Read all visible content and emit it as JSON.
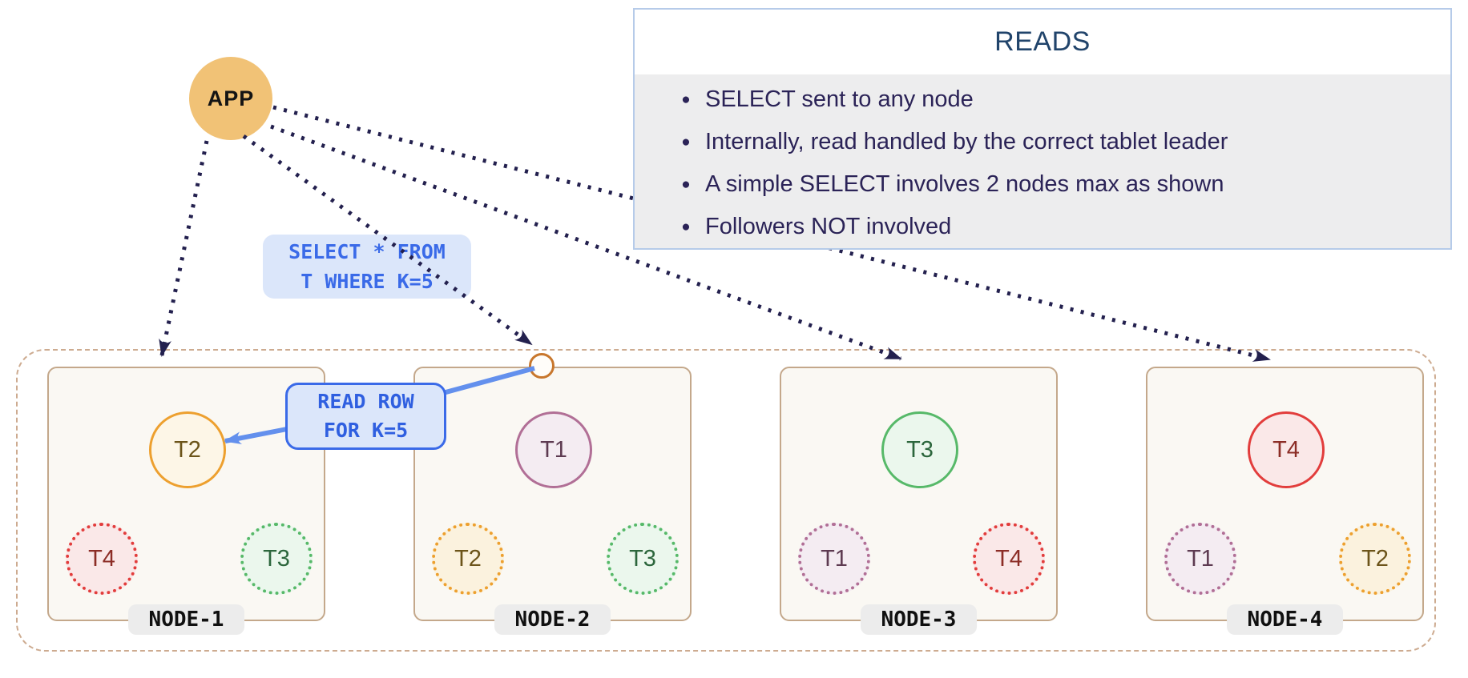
{
  "app": {
    "label": "APP"
  },
  "reads_panel": {
    "title": "READS",
    "bullets": [
      "SELECT sent to any node",
      "Internally, read handled by the correct tablet leader",
      "A simple SELECT involves 2 nodes max as shown",
      "Followers NOT involved"
    ]
  },
  "select_label": {
    "line1": "SELECT * FROM",
    "line2": "T WHERE K=5"
  },
  "read_row_label": {
    "line1": "READ ROW",
    "line2": "FOR K=5"
  },
  "nodes": [
    {
      "label": "NODE-1",
      "leader": "T2",
      "followers": [
        "T4",
        "T3"
      ]
    },
    {
      "label": "NODE-2",
      "leader": "T1",
      "followers": [
        "T2",
        "T3"
      ]
    },
    {
      "label": "NODE-3",
      "leader": "T3",
      "followers": [
        "T1",
        "T4"
      ]
    },
    {
      "label": "NODE-4",
      "leader": "T4",
      "followers": [
        "T1",
        "T2"
      ]
    }
  ],
  "colors": {
    "app_fill": "#f1c276",
    "arrow_navy": "#23204e",
    "arrow_blue": "#6390ed",
    "sql_text_blue": "#3a6ae8",
    "sql_bg_blue": "#dbe6fa",
    "panel_border": "#b6cbe9",
    "panel_body_bg": "#ededee",
    "panel_title": "#21446b",
    "panel_text": "#2b2357",
    "node_border": "#c4a88b",
    "node_bg": "#faf8f3",
    "cluster_border": "#cdab90",
    "tablet_t1": "#b16f96",
    "tablet_t2": "#eda02f",
    "tablet_t3": "#57b969",
    "tablet_t4": "#e23d3c"
  }
}
